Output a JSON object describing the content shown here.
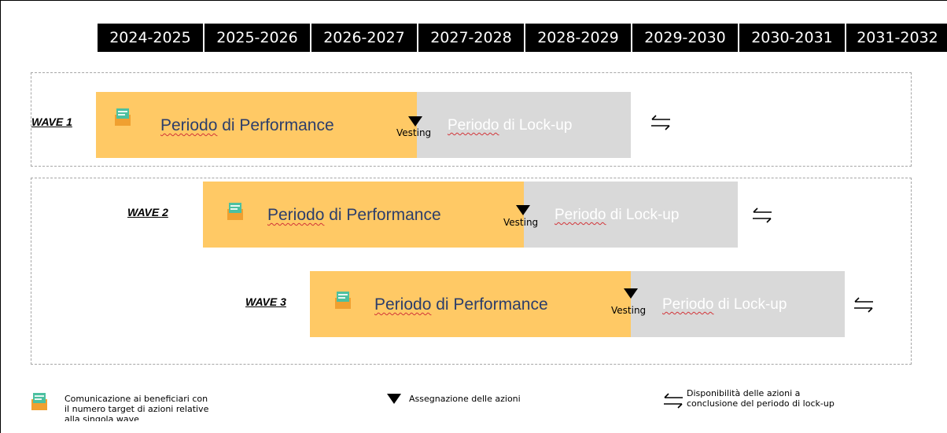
{
  "years": [
    "2024-2025",
    "2025-2026",
    "2026-2027",
    "2027-2028",
    "2028-2029",
    "2029-2030",
    "2030-2031",
    "2031-2032"
  ],
  "waves": [
    {
      "label": "WAVE 1",
      "performance_part1": "Periodo",
      "performance_part2": " di Performance",
      "vesting": "Vesting",
      "lockup_part1": "Periodo",
      "lockup_part2": " di Lock-up"
    },
    {
      "label": "WAVE 2",
      "performance_part1": "Periodo",
      "performance_part2": " di Performance",
      "vesting": "Vesting",
      "lockup_part1": "Periodo",
      "lockup_part2": " di Lock-up"
    },
    {
      "label": "WAVE 3",
      "performance_part1": "Periodo",
      "performance_part2": " di Performance",
      "vesting": "Vesting",
      "lockup_part1": "Periodo",
      "lockup_part2": " di Lock-up"
    }
  ],
  "legend": {
    "communication_line1": "Comunicazione ai beneficiari con",
    "communication_line2": "il numero target di azioni relative",
    "communication_line3": "alla singola wave",
    "assignment": "Assegnazione delle azioni",
    "availability_line1": "Disponibilità delle azioni a",
    "availability_line2": "conclusione del periodo di lock-up"
  },
  "colors": {
    "performance": "#ffc965",
    "lockup": "#d9d9d9",
    "year_header": "#000000",
    "icon_orange": "#f0a030",
    "icon_green": "#4cc0a0"
  },
  "icons": [
    "message-icon",
    "vesting-triangle-icon",
    "availability-arrows-icon"
  ]
}
